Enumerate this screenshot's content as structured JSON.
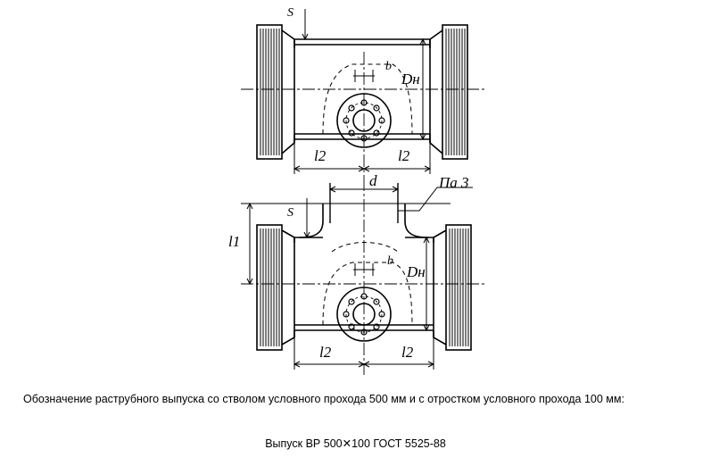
{
  "drawing": {
    "top_view": {
      "label_s": "S",
      "label_b": "b",
      "label_dn": "Dн",
      "label_l2_left": "l2",
      "label_l2_right": "l2"
    },
    "bottom_view": {
      "label_d": "d",
      "label_pa3": "Па 3",
      "label_s": "S",
      "label_l1": "l1",
      "label_b": "b",
      "label_dn": "Dн",
      "label_l2_left": "l2",
      "label_l2_right": "l2"
    }
  },
  "caption": "Обозначение раструбного выпуска со стволом условного прохода 500 мм и с отростком условного прохода 100 мм:",
  "designation": "Выпуск ВР 500✕100 ГОСТ 5525-88"
}
